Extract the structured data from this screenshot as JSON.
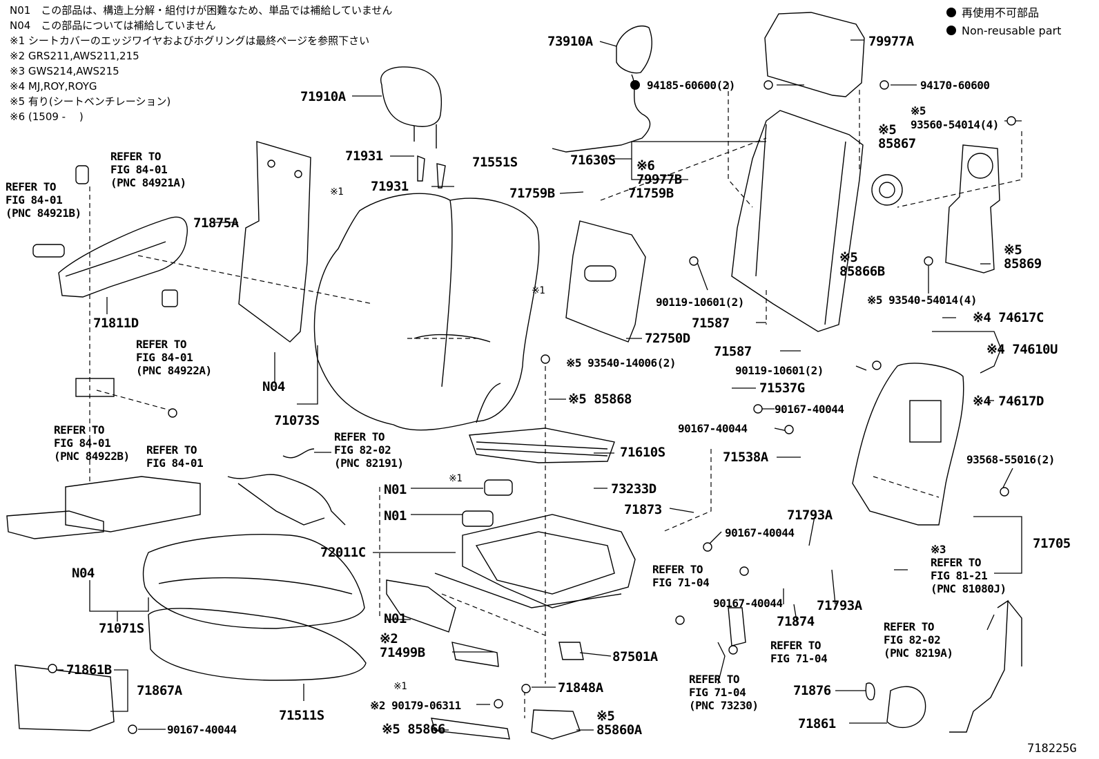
{
  "notes": [
    "N01　この部品は、構造上分解・組付けが困難なため、単品では補給していません",
    "N04　この部品については補給していません",
    "※1 シートカバーのエッジワイヤおよびホグリングは最終ページを参照下さい",
    "※2 GRS211,AWS211,215",
    "※3 GWS214,AWS215",
    "※4 MJ,ROY,ROYG",
    "※5 有り(シートベンチレーション)",
    "※6 (1509 -　 )"
  ],
  "legend": {
    "items": [
      "再使用不可部品",
      "Non-reusable part"
    ]
  },
  "figure_id": "718225G",
  "callouts": [
    {
      "id": "c1",
      "text": "73910A"
    },
    {
      "id": "c2",
      "text": "79977A"
    },
    {
      "id": "c3",
      "text": "94185-60600(2)"
    },
    {
      "id": "c4",
      "text": "94170-60600"
    },
    {
      "id": "c5",
      "text": "※5\n93560-54014(4)"
    },
    {
      "id": "c6",
      "text": "71910A"
    },
    {
      "id": "c7",
      "text": "71630S"
    },
    {
      "id": "c8",
      "text": "※6\n79977B"
    },
    {
      "id": "c9",
      "text": "※5\n85867"
    },
    {
      "id": "c10",
      "text": "71931"
    },
    {
      "id": "c11",
      "text": "71551S"
    },
    {
      "id": "c12",
      "text": "71931"
    },
    {
      "id": "c13",
      "text": "71759B"
    },
    {
      "id": "c14",
      "text": "71759B"
    },
    {
      "id": "c15",
      "text": "REFER TO\nFIG 84-01\n(PNC 84921A)"
    },
    {
      "id": "c16",
      "text": "REFER TO\nFIG 84-01\n(PNC 84921B)"
    },
    {
      "id": "c17",
      "text": "71875A"
    },
    {
      "id": "c18",
      "text": "※1"
    },
    {
      "id": "c19",
      "text": "※5\n85866B"
    },
    {
      "id": "c20",
      "text": "※5\n85869"
    },
    {
      "id": "c21",
      "text": "90119-10601(2)"
    },
    {
      "id": "c22",
      "text": "※1"
    },
    {
      "id": "c23",
      "text": "※5 93540-54014(4)"
    },
    {
      "id": "c24",
      "text": "71811D"
    },
    {
      "id": "c25",
      "text": "71587"
    },
    {
      "id": "c26",
      "text": "※4 74617C"
    },
    {
      "id": "c27",
      "text": "72750D"
    },
    {
      "id": "c28",
      "text": "REFER TO\nFIG 84-01\n(PNC 84922A)"
    },
    {
      "id": "c29",
      "text": "71587"
    },
    {
      "id": "c30",
      "text": "※4 74610U"
    },
    {
      "id": "c31",
      "text": "※5 93540-14006(2)"
    },
    {
      "id": "c32",
      "text": "90119-10601(2)"
    },
    {
      "id": "c33",
      "text": "N04"
    },
    {
      "id": "c34",
      "text": "71537G"
    },
    {
      "id": "c35",
      "text": "※4 74617D"
    },
    {
      "id": "c36",
      "text": "※5 85868"
    },
    {
      "id": "c37",
      "text": "71073S"
    },
    {
      "id": "c38",
      "text": "90167-40044"
    },
    {
      "id": "c39",
      "text": "REFER TO\nFIG 84-01\n(PNC 84922B)"
    },
    {
      "id": "c40",
      "text": "REFER TO\nFIG 84-01"
    },
    {
      "id": "c41",
      "text": "REFER TO\nFIG 82-02\n(PNC 82191)"
    },
    {
      "id": "c42",
      "text": "90167-40044"
    },
    {
      "id": "c43",
      "text": "71610S"
    },
    {
      "id": "c44",
      "text": "71538A"
    },
    {
      "id": "c45",
      "text": "93568-55016(2)"
    },
    {
      "id": "c46",
      "text": "※1"
    },
    {
      "id": "c47",
      "text": "N01"
    },
    {
      "id": "c48",
      "text": "73233D"
    },
    {
      "id": "c49",
      "text": "N01"
    },
    {
      "id": "c50",
      "text": "71873"
    },
    {
      "id": "c51",
      "text": "71793A"
    },
    {
      "id": "c52",
      "text": "71705"
    },
    {
      "id": "c53",
      "text": "90167-40044"
    },
    {
      "id": "c54",
      "text": "72011C"
    },
    {
      "id": "c55",
      "text": "※3\nREFER TO\nFIG 81-21\n(PNC 81080J)"
    },
    {
      "id": "c56",
      "text": "N04"
    },
    {
      "id": "c57",
      "text": "REFER TO\nFIG 71-04"
    },
    {
      "id": "c58",
      "text": "90167-40044"
    },
    {
      "id": "c59",
      "text": "71793A"
    },
    {
      "id": "c60",
      "text": "71071S"
    },
    {
      "id": "c61",
      "text": "N01"
    },
    {
      "id": "c62",
      "text": "71874"
    },
    {
      "id": "c63",
      "text": "REFER TO\nFIG 82-02\n(PNC 8219A)"
    },
    {
      "id": "c64",
      "text": "※2\n71499B"
    },
    {
      "id": "c65",
      "text": "REFER TO\nFIG 71-04"
    },
    {
      "id": "c66",
      "text": "87501A"
    },
    {
      "id": "c67",
      "text": "71861B"
    },
    {
      "id": "c68",
      "text": "71867A"
    },
    {
      "id": "c69",
      "text": "REFER TO\nFIG 71-04\n(PNC 73230)"
    },
    {
      "id": "c70",
      "text": "※1"
    },
    {
      "id": "c71",
      "text": "71848A"
    },
    {
      "id": "c72",
      "text": "71876"
    },
    {
      "id": "c73",
      "text": "71511S"
    },
    {
      "id": "c74",
      "text": "※2 90179-06311"
    },
    {
      "id": "c75",
      "text": "71861"
    },
    {
      "id": "c76",
      "text": "90167-40044"
    },
    {
      "id": "c77",
      "text": "※5 85866"
    },
    {
      "id": "c78",
      "text": "※5\n85860A"
    }
  ]
}
